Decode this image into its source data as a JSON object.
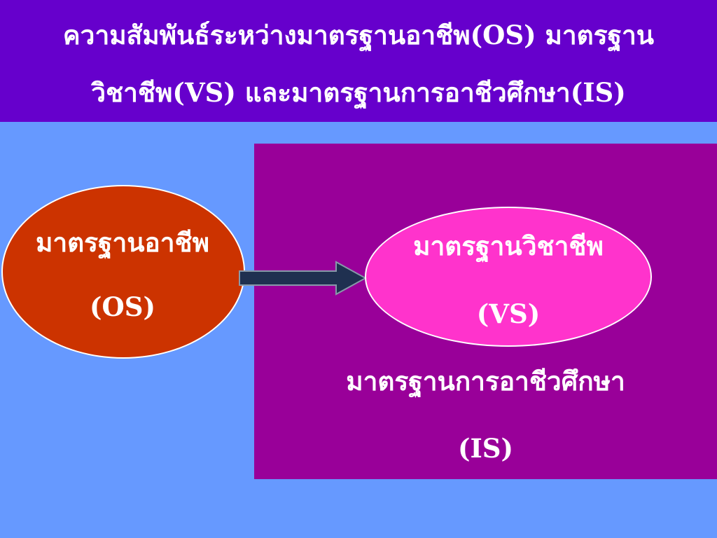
{
  "title": {
    "line1": "ความสัมพันธ์ระหว่างมาตรฐานอาชีพ(OS)   มาตรฐาน",
    "line2": "วิชาชีพ(VS)     และมาตรฐานการอาชีวศึกษา(IS)"
  },
  "os": {
    "name": "มาตรฐานอาชีพ",
    "code": "(OS)"
  },
  "vs": {
    "name": "มาตรฐานวิชาชีพ",
    "code": "(VS)"
  },
  "is": {
    "name": "มาตรฐานการอาชีวศึกษา",
    "code": "(IS)"
  },
  "colors": {
    "background": "#6699ff",
    "header": "#6600cc",
    "is_panel": "#990099",
    "os_ellipse": "#cc3300",
    "vs_ellipse": "#ff33cc",
    "arrow": "#1f3050"
  }
}
